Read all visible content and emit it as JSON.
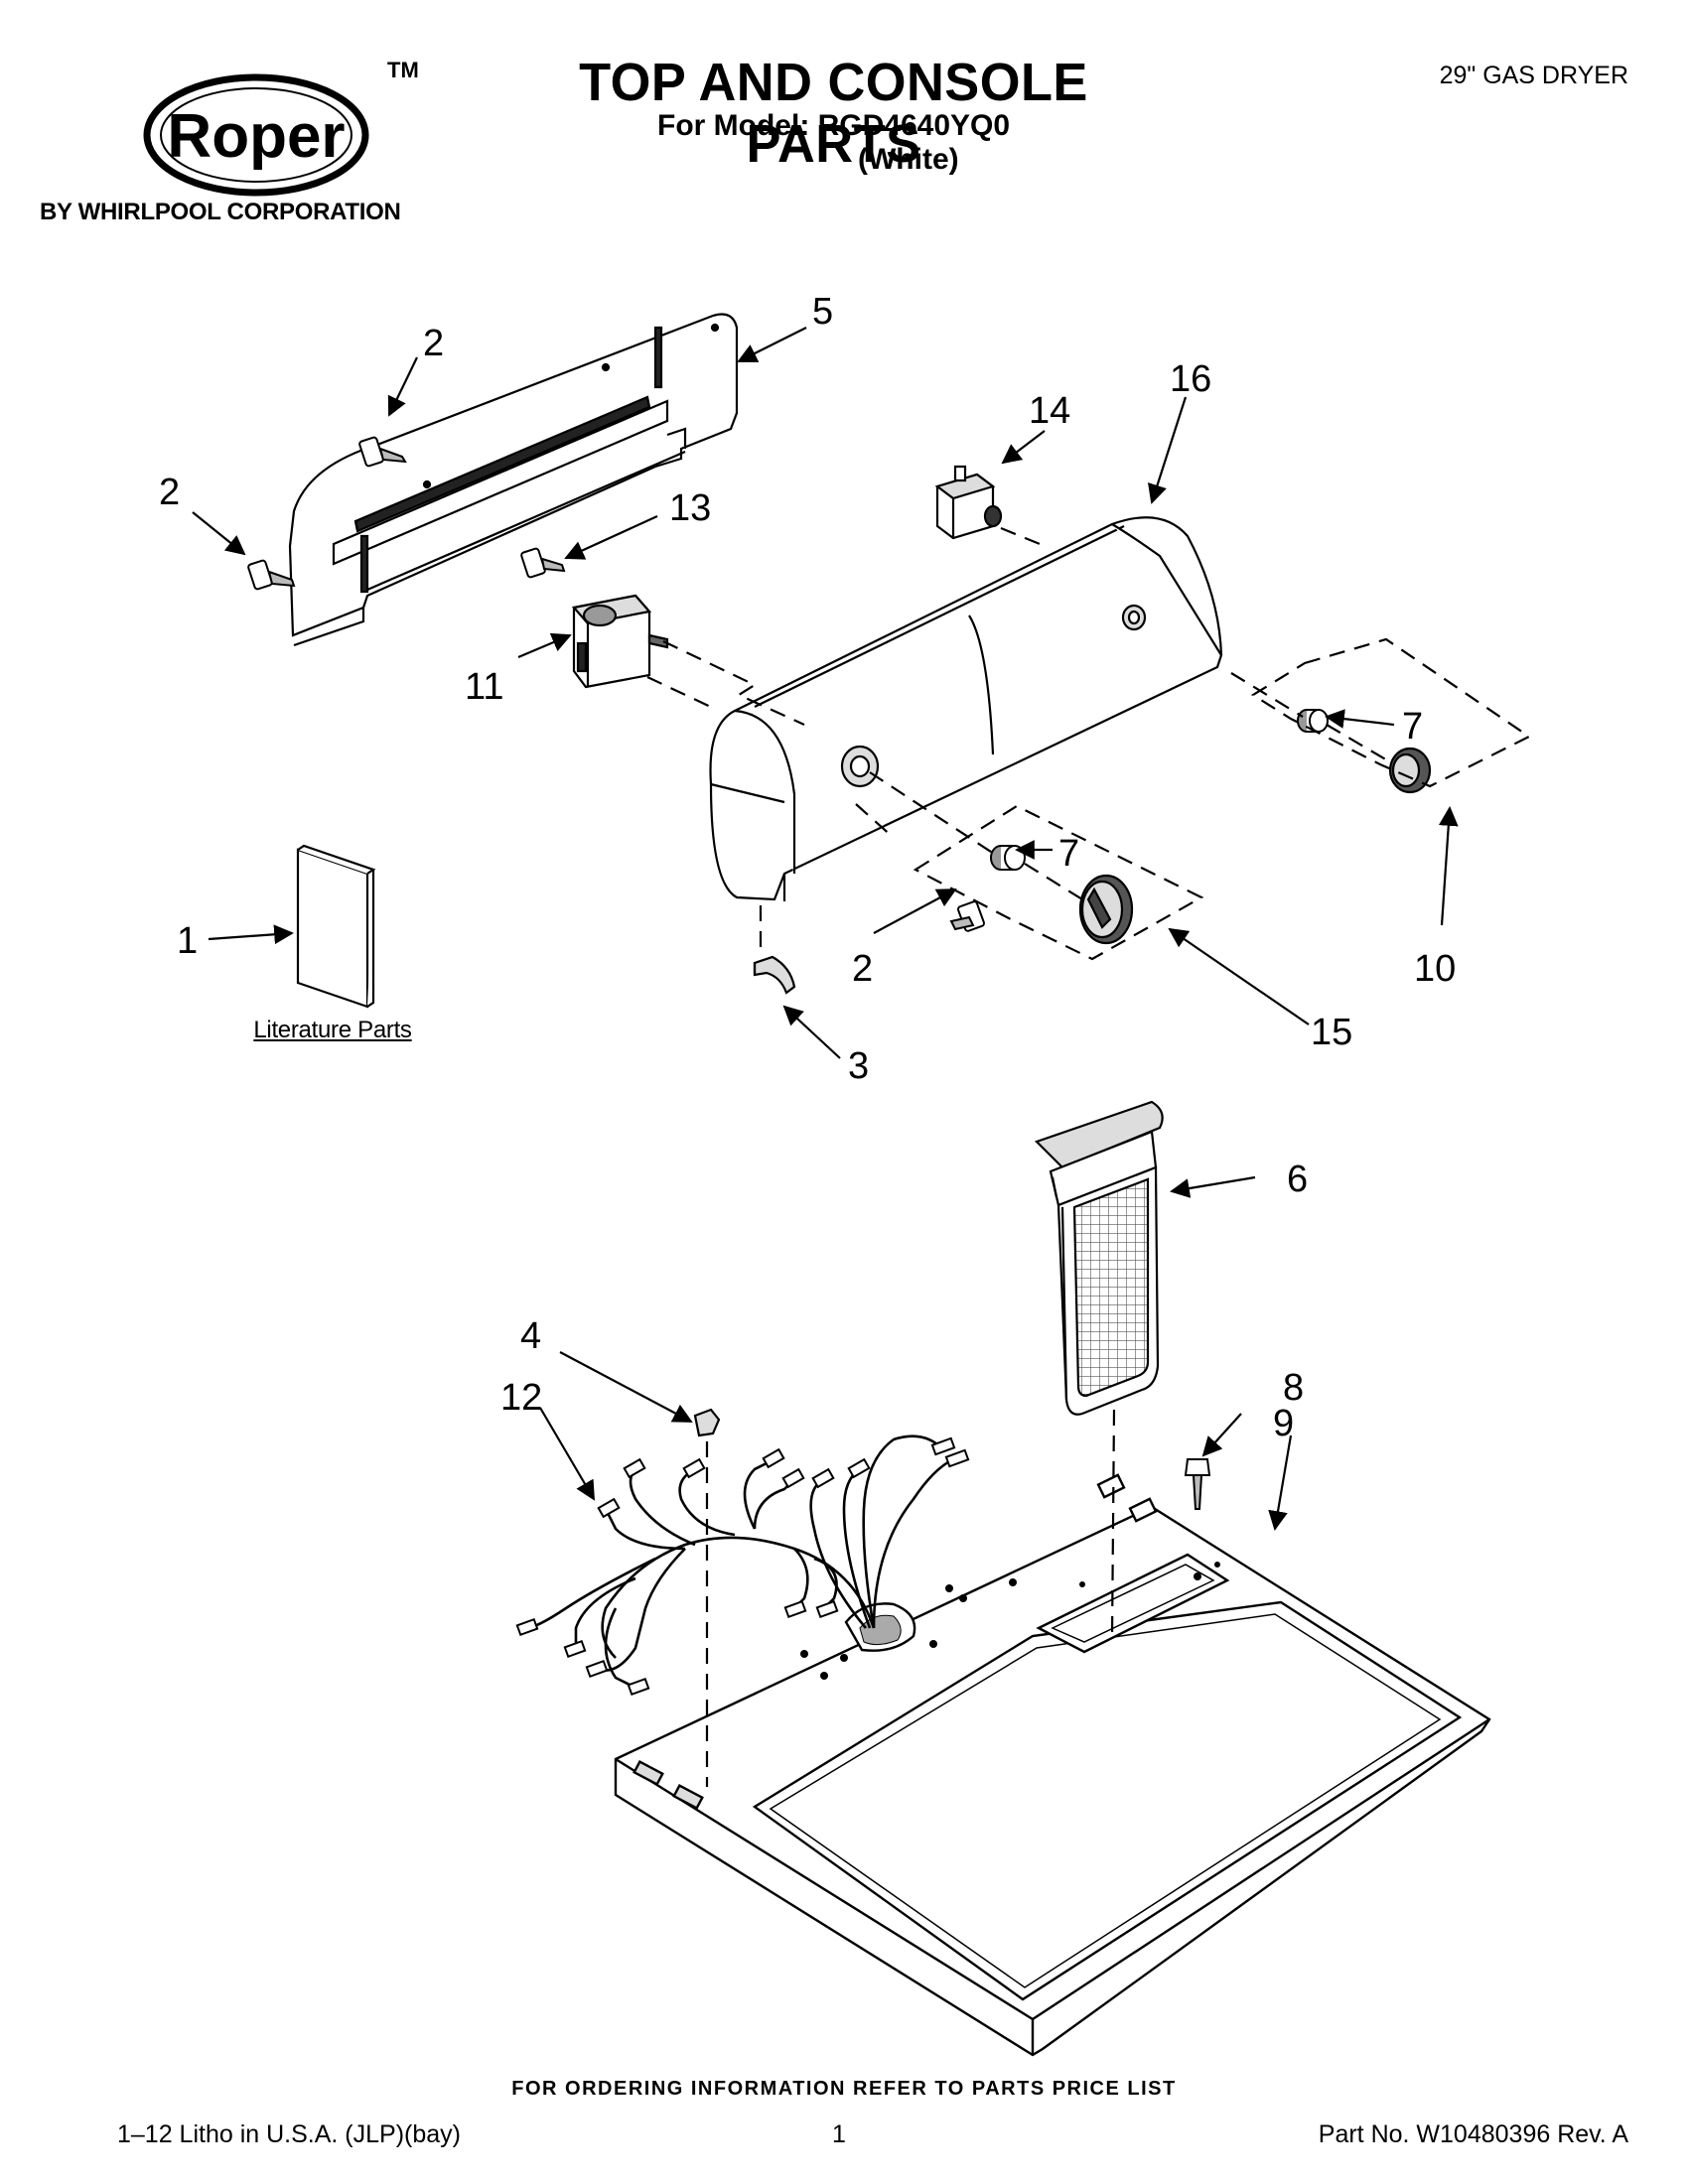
{
  "header": {
    "title": "TOP AND CONSOLE PARTS",
    "model_line": "For Model: RGD4640YQ0",
    "color_line": "(White)",
    "product": "29\" GAS DRYER"
  },
  "logo": {
    "brand": "Roper",
    "trademark": "TM",
    "byline": "BY WHIRLPOOL CORPORATION"
  },
  "labels": {
    "literature_parts": "Literature Parts"
  },
  "callouts": [
    "1",
    "2",
    "2",
    "2",
    "3",
    "4",
    "5",
    "6",
    "7",
    "7",
    "8",
    "9",
    "10",
    "11",
    "12",
    "13",
    "14",
    "15",
    "16"
  ],
  "footer": {
    "ordering_note": "FOR ORDERING INFORMATION REFER TO PARTS PRICE LIST",
    "litho": "1–12 Litho in U.S.A. (JLP)(bay)",
    "page": "1",
    "part_number": "Part No. W10480396 Rev. A"
  }
}
